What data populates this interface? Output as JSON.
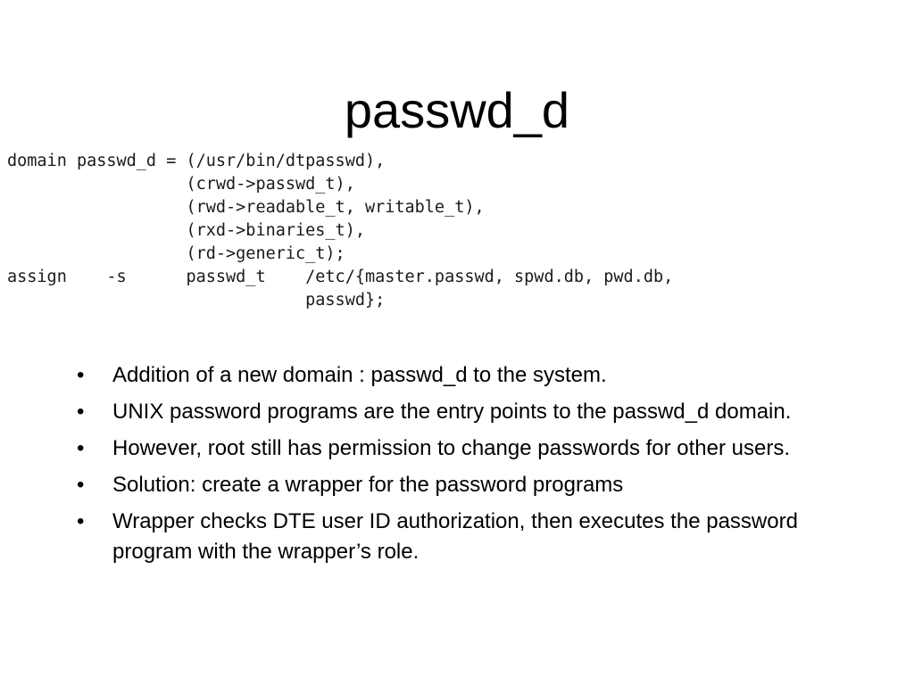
{
  "slide": {
    "title": "passwd_d"
  },
  "code": {
    "lines": [
      "domain passwd_d = (/usr/bin/dtpasswd),",
      "                  (crwd->passwd_t),",
      "                  (rwd->readable_t, writable_t),",
      "                  (rxd->binaries_t),",
      "                  (rd->generic_t);",
      "assign    -s      passwd_t    /etc/{master.passwd, spwd.db, pwd.db,",
      "                              passwd};"
    ]
  },
  "bullets": {
    "marker": "•",
    "items": [
      "Addition of a new domain : passwd_d to the system.",
      "UNIX password programs are the entry points to the passwd_d domain.",
      "However, root still has permission to change passwords for other users.",
      "Solution: create a wrapper for the password programs",
      "Wrapper checks DTE user ID authorization, then executes the password program with the wrapper’s role."
    ]
  }
}
